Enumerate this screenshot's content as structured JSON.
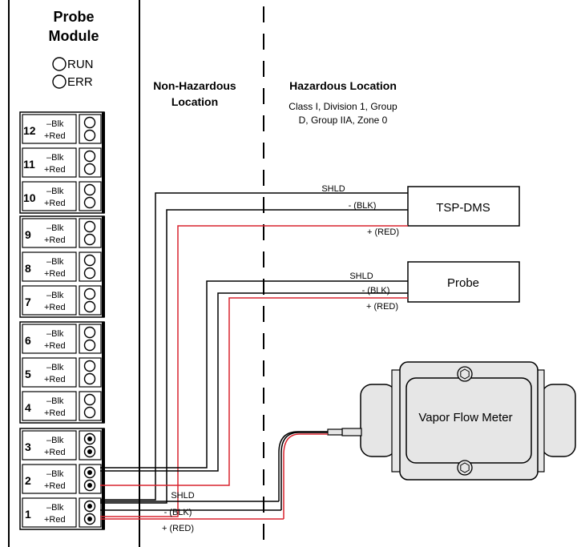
{
  "module": {
    "title_line1": "Probe",
    "title_line2": "Module",
    "led_run": "RUN",
    "led_err": "ERR",
    "terminals": [
      {
        "num": "12",
        "blk": "–Blk",
        "red": "+Red"
      },
      {
        "num": "11",
        "blk": "–Blk",
        "red": "+Red"
      },
      {
        "num": "10",
        "blk": "–Blk",
        "red": "+Red"
      },
      {
        "num": "9",
        "blk": "–Blk",
        "red": "+Red"
      },
      {
        "num": "8",
        "blk": "–Blk",
        "red": "+Red"
      },
      {
        "num": "7",
        "blk": "–Blk",
        "red": "+Red"
      },
      {
        "num": "6",
        "blk": "–Blk",
        "red": "+Red"
      },
      {
        "num": "5",
        "blk": "–Blk",
        "red": "+Red"
      },
      {
        "num": "4",
        "blk": "–Blk",
        "red": "+Red"
      },
      {
        "num": "3",
        "blk": "–Blk",
        "red": "+Red"
      },
      {
        "num": "2",
        "blk": "–Blk",
        "red": "+Red"
      },
      {
        "num": "1",
        "blk": "–Blk",
        "red": "+Red"
      }
    ]
  },
  "zones": {
    "non_hazardous_line1": "Non-Hazardous",
    "non_hazardous_line2": "Location",
    "hazardous_title": "Hazardous Location",
    "hazardous_desc_line1": "Class I, Division 1, Group",
    "hazardous_desc_line2": "D, Group IIA, Zone 0"
  },
  "devices": {
    "tsp_dms": "TSP-DMS",
    "probe": "Probe",
    "vapor_flow_meter": "Vapor Flow Meter"
  },
  "wires": {
    "shld": "SHLD",
    "blk": "- (BLK)",
    "red": "+ (RED)"
  },
  "colors": {
    "red_wire": "#d9232e",
    "black_wire": "#000000",
    "meter_fill": "#e6e6e6"
  }
}
